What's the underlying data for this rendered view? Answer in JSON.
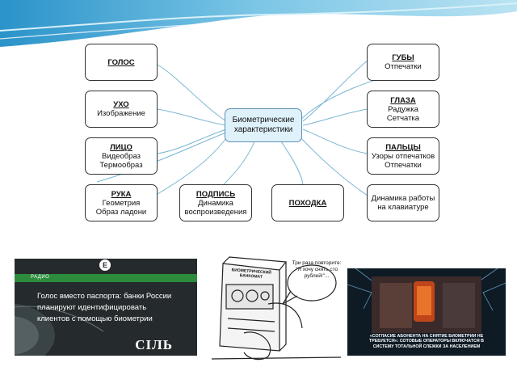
{
  "diagram": {
    "center": {
      "line1": "Биометрические",
      "line2": "характеристики"
    },
    "voice": {
      "title": "ГОЛОС"
    },
    "ear": {
      "title": "УХО",
      "line1": "Изображение"
    },
    "face": {
      "title": "ЛИЦО",
      "line1": "Видеобраз",
      "line2": "Термообраз"
    },
    "hand": {
      "title": "РУКА",
      "line1": "Геометрия",
      "line2": "Образ ладони"
    },
    "signature": {
      "title": "ПОДПИСЬ",
      "line1": "Динамика",
      "line2": "воспроизведения"
    },
    "gait": {
      "title": "ПОХОДКА"
    },
    "lips": {
      "title": "ГУБЫ",
      "line1": "Отпечатки"
    },
    "eyes": {
      "title": "ГЛАЗА",
      "line1": "Радужка",
      "line2": "Сетчатка"
    },
    "fingers": {
      "title": "ПАЛЬЦЫ",
      "line1": "Узоры отпечатков",
      "line2": "Отпечатки"
    },
    "keyboard": {
      "line1": "Динамика работы",
      "line2": "на клавиатуре"
    }
  },
  "radio_panel": {
    "badge": "Е",
    "tag": "РАДИО",
    "headline": "Голос вместо паспорта: банки России планируют идентифицировать клиентов с помощью биометрии",
    "brand": "СІЛЬ"
  },
  "cartoon_panel": {
    "machine_label": "БИОМЕТРИЧЕСКИЙ БАНКОМАТ",
    "speech": "Три раза повторите: \"Я хочу снять сто рублей!\"..."
  },
  "news_panel": {
    "caption": "«СОГЛАСИЕ АБОНЕНТА НА СНЯТИЕ БИОМЕТРИИ НЕ ТРЕБУЕТСЯ»: СОТОВЫЕ ОПЕРАТОРЫ ВКЛЮЧАТСЯ В СИСТЕМУ ТОТАЛЬНОЙ СЛЕЖКИ ЗА НАСЕЛЕНИЕМ"
  }
}
